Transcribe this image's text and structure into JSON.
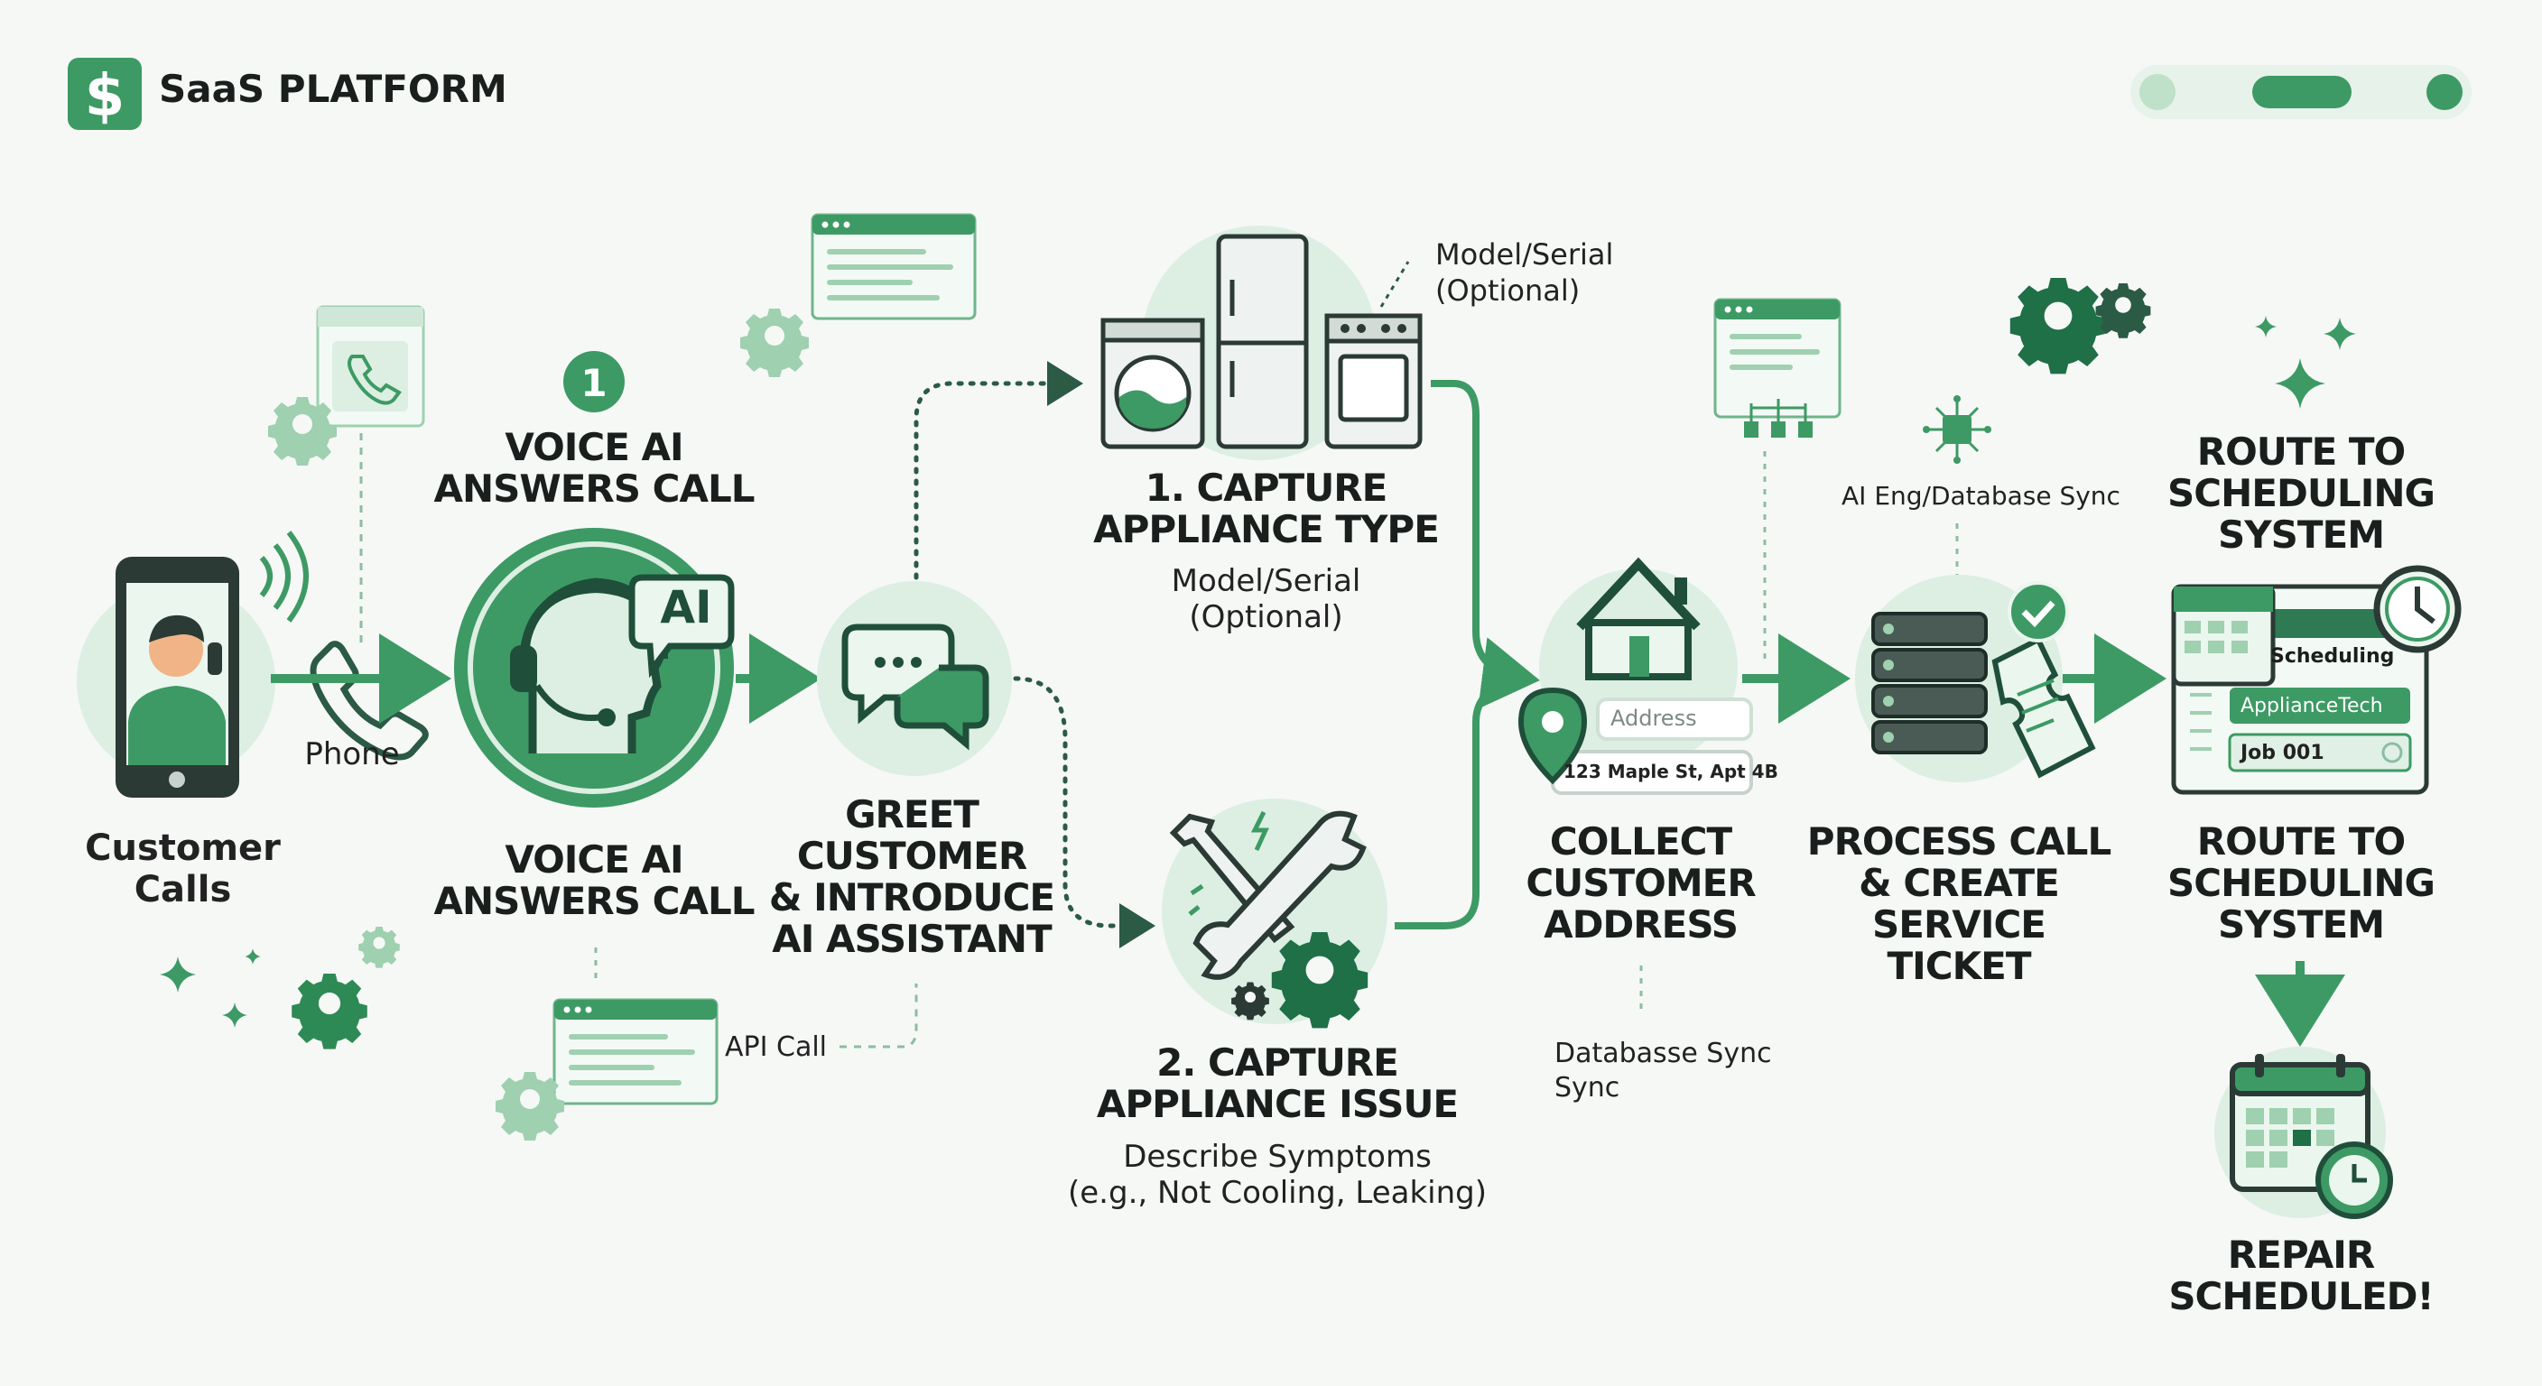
{
  "brand": {
    "title": "SaaS PLATFORM",
    "logo_glyph": "$",
    "accent": "#3d9a64",
    "dark": "#1f6f47",
    "light": "#dcefe2"
  },
  "nodes": {
    "customer": {
      "label": "Customer\nCalls"
    },
    "phone_label": "Phone",
    "step_number": "1",
    "voice_ai_top": "VOICE AI\nANSWERS CALL",
    "voice_ai_bottom": "VOICE AI\nANSWERS CALL",
    "ai_badge": "AI",
    "greet": "GREET\nCUSTOMER\n& INTRODUCE\nAI ASSISTANT",
    "api_call": "API Call",
    "capture_type": {
      "title": "1. CAPTURE\nAPPLIANCE TYPE",
      "sub": "Model/Serial\n(Optional)",
      "note": "Model/Serial\n(Optional)"
    },
    "capture_issue": {
      "title": "2. CAPTURE\nAPPLIANCE ISSUE",
      "sub": "Describe Symptoms\n(e.g., Not Cooling, Leaking)"
    },
    "address": {
      "title": "COLLECT\nCUSTOMER\nADDRESS",
      "field_placeholder": "Address",
      "field_value": "123 Maple St, Apt 4B",
      "sync_note": "Databasse Sync\nSync"
    },
    "process": {
      "title": "PROCESS CALL\n& CREATE SERVICE\nTICKET",
      "note": "AI Eng/Database Sync"
    },
    "route": {
      "title_top": "ROUTE TO\nSCHEDULING\nSYSTEM",
      "title_bottom": "ROUTE TO\nSCHEDULING\nSYSTEM",
      "panel_title": "Scheduling",
      "tech": "ApplianceTech",
      "job": "Job 001"
    },
    "repair": {
      "title": "REPAIR\nSCHEDULED!"
    }
  },
  "icons": [
    "dollar-logo-icon",
    "smartphone-icon",
    "phone-icon",
    "headset-agent-icon",
    "chat-bubbles-icon",
    "washer-icon",
    "fridge-icon",
    "oven-icon",
    "tools-icon",
    "house-icon",
    "map-pin-icon",
    "server-icon",
    "ticket-icon",
    "checkmark-icon",
    "calendar-icon",
    "clock-icon",
    "gear-icon",
    "sparkle-icon",
    "browser-window-icon",
    "chip-icon"
  ]
}
